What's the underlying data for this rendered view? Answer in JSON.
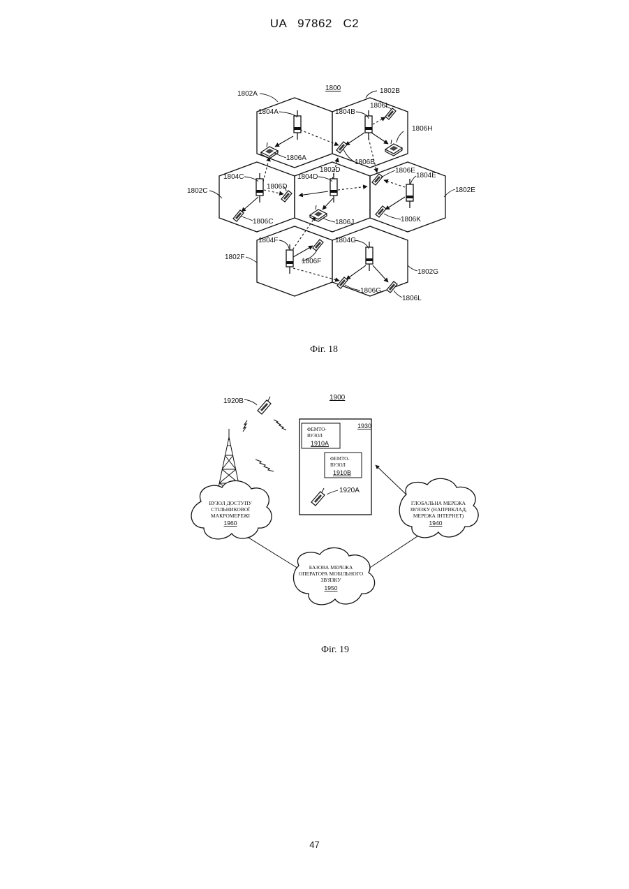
{
  "header": {
    "patent_id": "UA   97862   C2"
  },
  "fig18": {
    "caption": "Фіг. 18",
    "system_label": "1800",
    "cells": [
      "1802A",
      "1802B",
      "1802C",
      "1802D",
      "1802E",
      "1802F",
      "1802G"
    ],
    "access_points": [
      "1804A",
      "1804B",
      "1804C",
      "1804D",
      "1804E",
      "1804F",
      "1804G"
    ],
    "terminals": [
      "1806A",
      "1806B",
      "1806C",
      "1806D",
      "1806E",
      "1806F",
      "1806G",
      "1806H",
      "1806I",
      "1806J",
      "1806K",
      "1806L"
    ]
  },
  "fig19": {
    "caption": "Фіг. 19",
    "system_label": "1900",
    "terminal_b": "1920B",
    "terminal_a": "1920A",
    "building_label": "1930",
    "femto_a": {
      "line1": "ФЕМТО-",
      "line2": "ВУЗОЛ",
      "id": "1910A"
    },
    "femto_b": {
      "line1": "ФЕМТО-",
      "line2": "ВУЗОЛ",
      "id": "1910B"
    },
    "macro": {
      "line1": "ВУЗОЛ ДОСТУПУ",
      "line2": "СТІЛЬНИКОВОЇ",
      "line3": "МАКРОМЕРЕЖІ",
      "id": "1960"
    },
    "wan": {
      "line1": "ГЛОБАЛЬНА МЕРЕЖА",
      "line2": "ЗВ'ЯЗКУ (НАПРИКЛАД,",
      "line3": "МЕРЕЖА ІНТЕРНЕТ)",
      "id": "1940"
    },
    "core": {
      "line1": "БАЗОВА МЕРЕЖА",
      "line2": "ОПЕРАТОРА МОБІЛЬНОГО",
      "line3": "ЗВ'ЯЗКУ",
      "id": "1950"
    }
  },
  "footer": {
    "page_number": "47"
  }
}
